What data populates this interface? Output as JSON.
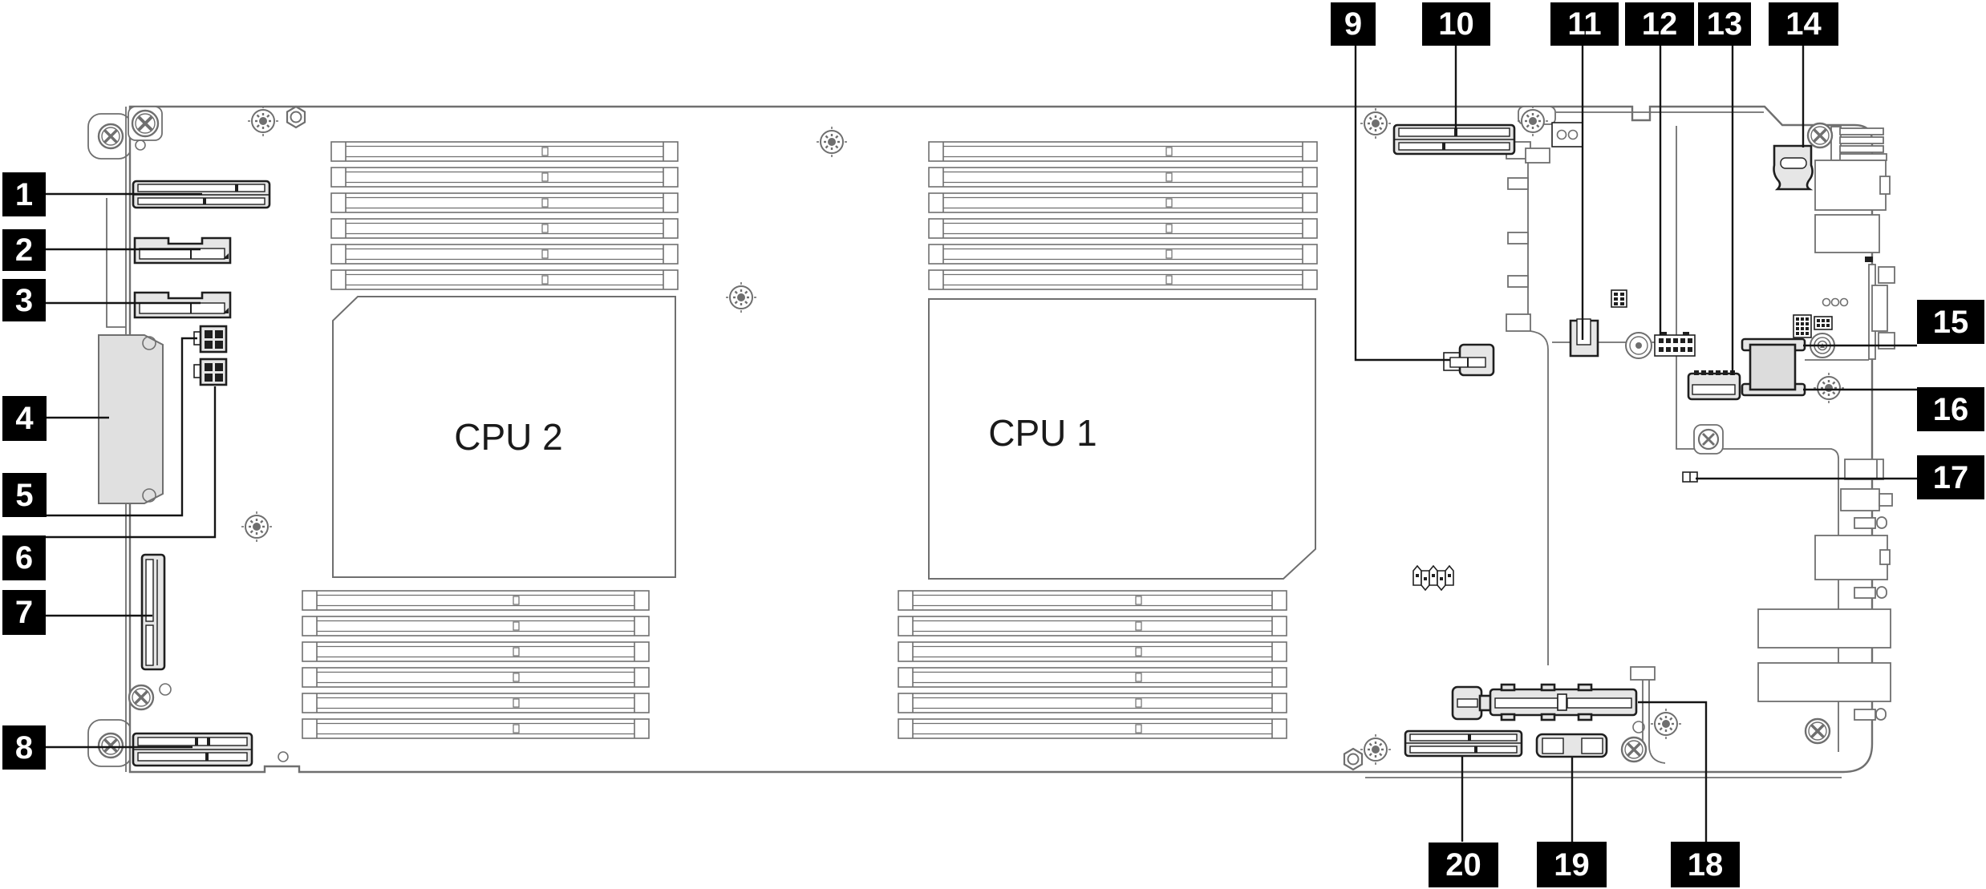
{
  "figure": {
    "kind": "server-system-board-connector-diagram",
    "background": "#ffffff",
    "outline_color": "#6f6f6f",
    "connector_color": "#1f1f1f",
    "callout_bg": "#000000",
    "callout_fg": "#ffffff"
  },
  "labels": {
    "cpu1": "CPU 1",
    "cpu2": "CPU 2"
  },
  "callouts": [
    {
      "label": "1"
    },
    {
      "label": "2"
    },
    {
      "label": "3"
    },
    {
      "label": "4"
    },
    {
      "label": "5"
    },
    {
      "label": "6"
    },
    {
      "label": "7"
    },
    {
      "label": "8"
    },
    {
      "label": "9"
    },
    {
      "label": "10"
    },
    {
      "label": "11"
    },
    {
      "label": "12"
    },
    {
      "label": "13"
    },
    {
      "label": "14"
    },
    {
      "label": "15"
    },
    {
      "label": "16"
    },
    {
      "label": "17"
    },
    {
      "label": "18"
    },
    {
      "label": "19"
    },
    {
      "label": "20"
    }
  ]
}
